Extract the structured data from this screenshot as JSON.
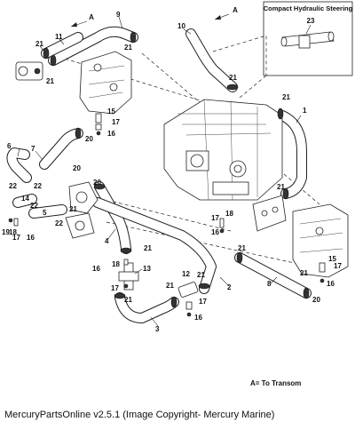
{
  "inset": {
    "title": "Compact Hydraulic Steering",
    "part_number": "23"
  },
  "transom_marker": "A",
  "legend": "A= To Transom",
  "footer": "MercuryPartsOnline v2.5.1 (Image Copyright- Mercury Marine)",
  "callouts": [
    "1",
    "2",
    "3",
    "4",
    "5",
    "6",
    "7",
    "8",
    "9",
    "10",
    "11",
    "12",
    "13",
    "14",
    "15",
    "16",
    "17",
    "18",
    "19",
    "20",
    "21",
    "22",
    "23"
  ]
}
